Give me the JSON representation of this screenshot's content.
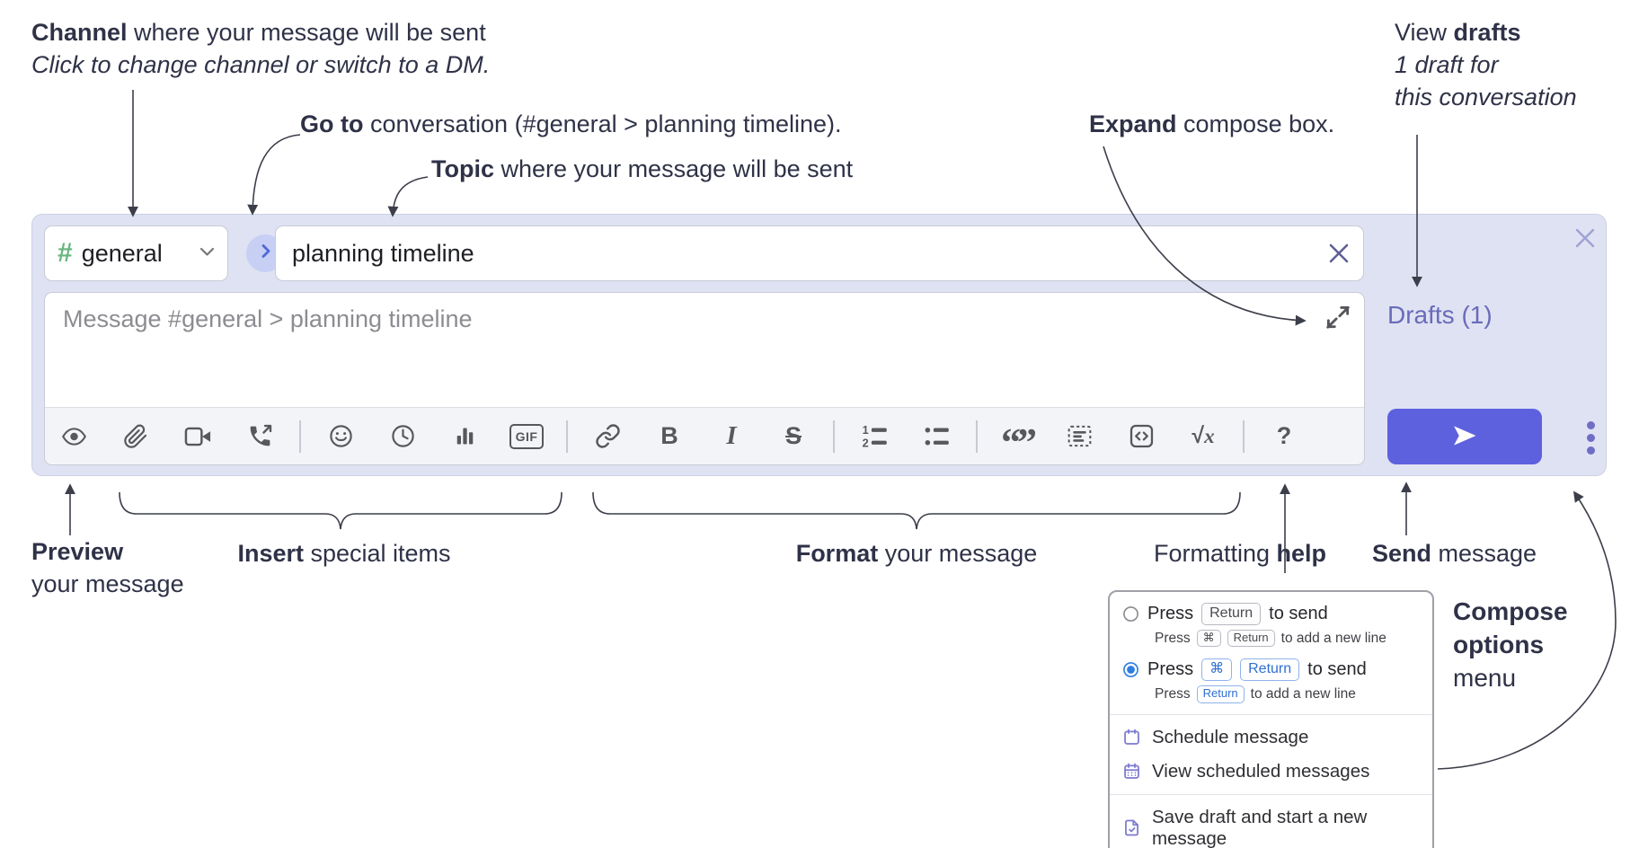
{
  "annotations": {
    "channel": {
      "bold": "Channel",
      "rest": " where your message will be sent",
      "italic": "Click to change channel or switch to a DM."
    },
    "goto": {
      "bold": "Go to",
      "rest": " conversation (#general > planning timeline)."
    },
    "topic": {
      "bold": "Topic",
      "rest": " where your message will be sent"
    },
    "expand": {
      "bold": "Expand",
      "rest": " compose box."
    },
    "view_drafts": {
      "pre": "View ",
      "bold": "drafts",
      "italic1": "1 draft for",
      "italic2": "this conversation"
    },
    "preview": {
      "bold": "Preview",
      "line2": "your message"
    },
    "insert": {
      "bold": "Insert",
      "rest": " special items"
    },
    "format": {
      "bold": "Format",
      "rest": " your message"
    },
    "fmt_help": {
      "pre": "Formatting ",
      "bold": "help"
    },
    "send": {
      "bold": "Send",
      "rest": " message"
    },
    "compose_options": {
      "bold1": "Compose",
      "bold2": "options",
      "rest": "menu"
    }
  },
  "compose": {
    "channel_hash": "#",
    "channel_name": "general",
    "topic_value": "planning timeline",
    "message_placeholder": "Message #general > planning timeline",
    "drafts_label": "Drafts (1)",
    "gif_label": "GIF",
    "toolbar_groups": [
      [
        "preview",
        "attach",
        "video-call",
        "audio-call"
      ],
      [
        "emoji",
        "time",
        "poll",
        "gif"
      ],
      [
        "link",
        "bold",
        "italic",
        "strikethrough"
      ],
      [
        "numbered-list",
        "bulleted-list"
      ],
      [
        "quote",
        "spoiler",
        "code",
        "math"
      ],
      [
        "help"
      ]
    ]
  },
  "menu": {
    "option1": {
      "selected": false,
      "main_pre": "Press",
      "key": "Return",
      "main_post": "to send",
      "sub_pre": "Press",
      "sub_key1": "⌘",
      "sub_key2": "Return",
      "sub_post": "to add a new line"
    },
    "option2": {
      "selected": true,
      "main_pre": "Press",
      "key1": "⌘",
      "key2": "Return",
      "main_post": "to send",
      "sub_pre": "Press",
      "sub_key": "Return",
      "sub_post": "to add a new line"
    },
    "items": [
      {
        "label": "Schedule message"
      },
      {
        "label": "View scheduled messages"
      },
      {
        "label": "Save draft and start a new message"
      }
    ]
  },
  "colors": {
    "accent_send": "#5e61de",
    "compose_bg": "#dfe2f2",
    "drafts_link": "#696bba",
    "channel_hash_green": "#67b57e",
    "go_circle_bg": "#c7cff4",
    "go_chevron_blue": "#4f68d8",
    "selected_radio_blue": "#2e7de1",
    "menu_icon_purple": "#7c7ad0",
    "annotation_text": "#2f3247"
  }
}
